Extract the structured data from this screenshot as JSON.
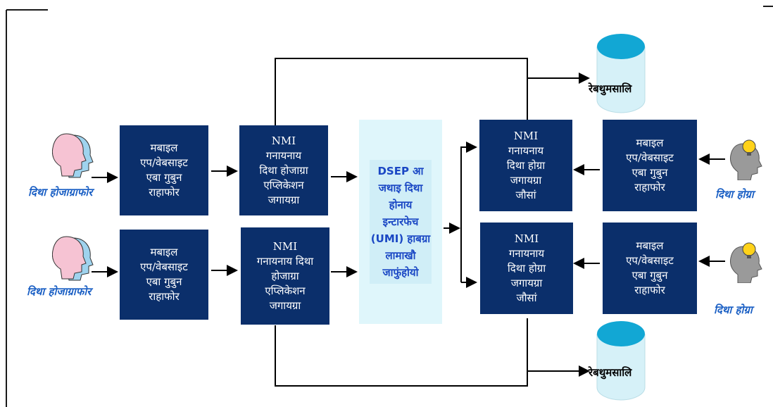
{
  "left_users": [
    {
      "label": "दिथा होजाग्राफोर"
    },
    {
      "label": "दिथा होजाग्राफोर"
    }
  ],
  "left_apps": [
    {
      "label": "मबाइल\nएप/वेबसाइट\nएबा गुबुन\nराहाफोर"
    },
    {
      "label": "मबाइल\nएप/वेबसाइट\nएबा गुबुन\nराहाफोर"
    }
  ],
  "requester_agents": [
    {
      "label": "NMI\nगनायनाय\nदिथा होजाग्रा\nएप्लिकेशन\nजगायग्रा"
    },
    {
      "label": "NMI\nगनायनाय दिथा\nहोजाग्रा\nएप्लिकेशन\nजगायग्रा"
    }
  ],
  "center": {
    "label": "DSEP आ\nजथाइ दिथा\nहोनाय\nइन्टारफेच\n(UMI) हाबग्रा\nलामाखौ\nजाफुंहोयो"
  },
  "provider_agents": [
    {
      "label": "NMI\nगनायनाय\nदिथा होग्रा\nजगायग्रा\nजौसां"
    },
    {
      "label": "NMI\nगनायनाय\nदिथा होग्रा\nजगायग्रा\nजौसां"
    }
  ],
  "right_apps": [
    {
      "label": "मबाइल\nएप/वेबसाइट\nएबा गुबुन\nराहाफोर"
    },
    {
      "label": "मबाइल\nएप/वेबसाइट\nएबा गुबुन\nराहाफोर"
    }
  ],
  "right_users": [
    {
      "label": "दिथा होग्रा"
    },
    {
      "label": "दिथा होग्रा"
    }
  ],
  "registries": [
    {
      "label": "रेबथुमसालि"
    },
    {
      "label": "रेबथुमसालि"
    }
  ],
  "colors": {
    "box": "#0b2f6b",
    "center_bg": "#dff6fb",
    "center_text": "#1a47c4",
    "label": "#1a5fc4"
  }
}
